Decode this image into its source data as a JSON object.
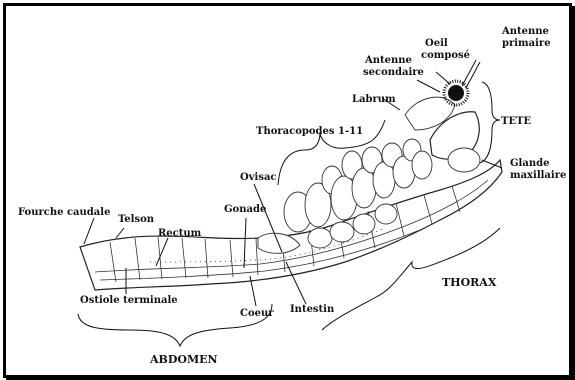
{
  "labels": {
    "antenne_primaire": [
      "Antenne",
      "primaire"
    ],
    "oeil_compose": [
      "Oeil",
      "composé"
    ],
    "antenne_secondaire": [
      "Antenne",
      "secondaire"
    ],
    "labrum": "Labrum",
    "tete": "TETE",
    "thoracopodes": "Thoracopodes 1-11",
    "glande_maxillaire": [
      "Glande",
      "maxillaire"
    ],
    "ovisac": "Ovisac",
    "gonade": "Gonade",
    "fourche_caudale": "Fourche caudale",
    "telson": "Telson",
    "rectum": "Rectum",
    "ostiole_terminale": "Ostiole terminale",
    "coeur": "Coeur",
    "intestin": "Intestin",
    "thorax": "THORAX",
    "abdomen": "ABDOMEN"
  }
}
